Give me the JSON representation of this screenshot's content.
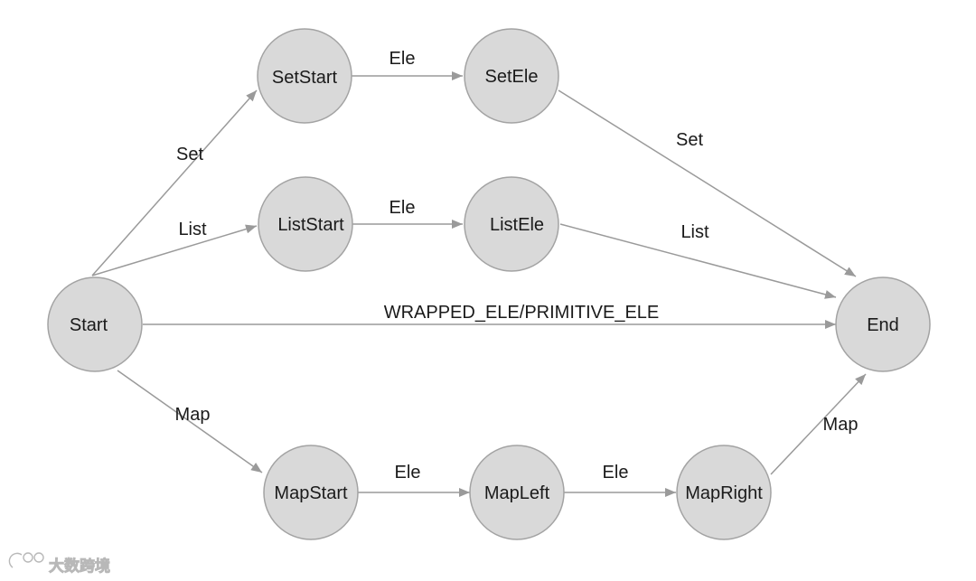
{
  "nodes": {
    "start": "Start",
    "set_start": "SetStart",
    "set_ele": "SetEle",
    "list_start": "ListStart",
    "list_ele": "ListEle",
    "map_start": "MapStart",
    "map_left": "MapLeft",
    "map_right": "MapRight",
    "end": "End"
  },
  "edges": {
    "start_set": "Set",
    "set_start_ele": "Ele",
    "set_ele_end": "Set",
    "start_list": "List",
    "list_start_ele": "Ele",
    "list_ele_end": "List",
    "start_end": "WRAPPED_ELE/PRIMITIVE_ELE",
    "start_map": "Map",
    "map_start_left": "Ele",
    "map_left_right": "Ele",
    "map_right_end": "Map"
  },
  "colors": {
    "node_fill": "#d9d9d9",
    "node_stroke": "#a3a3a3",
    "edge": "#9a9a9a"
  },
  "watermark": {
    "text": "大数跨境"
  }
}
